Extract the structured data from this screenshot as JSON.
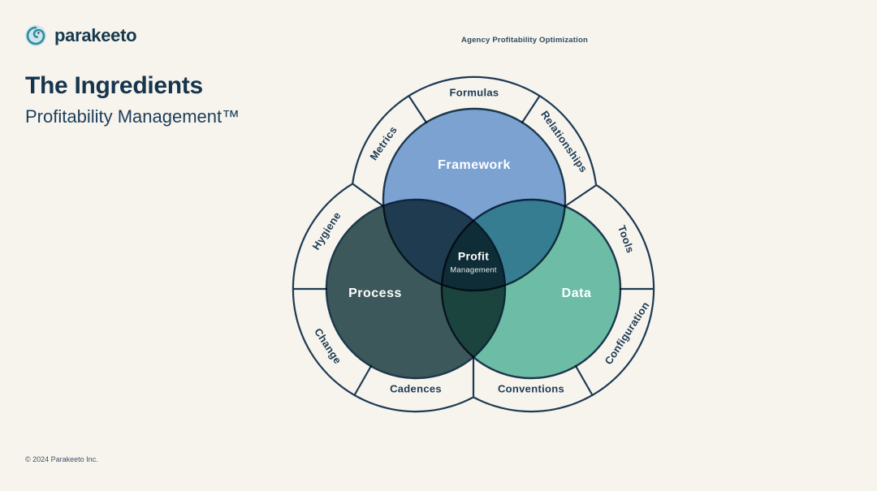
{
  "colors": {
    "background": "#F7F4EE",
    "outline_navy": "#1D3A52",
    "framework_blue": "#7FA9E0",
    "process_slate": "#3F5C60",
    "data_teal": "#6FC5B2"
  },
  "brand": {
    "wordmark": "parakeeto",
    "logo_icon": "parakeeto-logo-icon"
  },
  "header": {
    "tagline": "Agency Profitability Optimization"
  },
  "title": {
    "heading": "The Ingredients",
    "subheading": "Profitability Management™"
  },
  "diagram": {
    "type": "venn",
    "circles": [
      {
        "label": "Framework",
        "color": "#7FA9E0",
        "ring_labels": [
          "Metrics",
          "Formulas",
          "Relationships"
        ]
      },
      {
        "label": "Process",
        "color": "#3F5C60",
        "ring_labels": [
          "Hygiene",
          "Cadences",
          "Change"
        ]
      },
      {
        "label": "Data",
        "color": "#6FC5B2",
        "ring_labels": [
          "Tools",
          "Configuration",
          "Conventions"
        ]
      }
    ],
    "center": {
      "title": "Profit",
      "subtitle": "Management"
    }
  },
  "footer": {
    "copyright": "© 2024 Parakeeto Inc."
  }
}
